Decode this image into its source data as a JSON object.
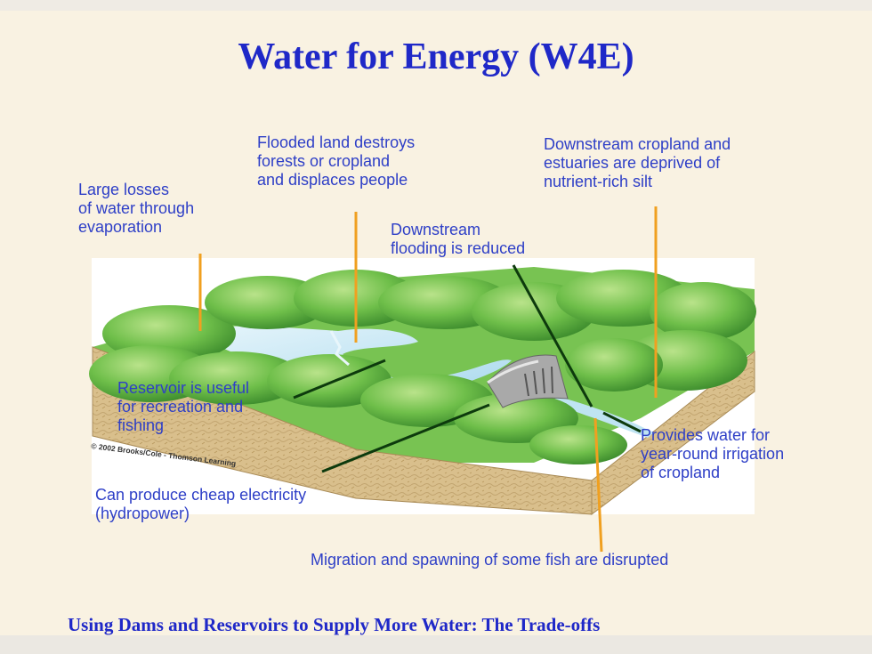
{
  "slide": {
    "title": "Water for Energy (W4E)",
    "subtitle": "Using Dams and Reservoirs to Supply More Water: The Trade-offs",
    "credit": "© 2002 Brooks/Cole - Thomson Learning"
  },
  "labels": {
    "evaporation": "Large losses\nof water through\nevaporation",
    "flooded_land": "Flooded land destroys\nforests or cropland\nand displaces people",
    "downstream_flooding": "Downstream\nflooding is reduced",
    "silt": "Downstream cropland and\nestuaries are deprived of\nnutrient-rich silt",
    "reservoir": "Reservoir is useful\nfor recreation and\nfishing",
    "electricity": "Can produce cheap electricity\n(hydropower)",
    "irrigation": "Provides water for\nyear-round irrigation\nof cropland",
    "fish": "Migration and spawning of some fish are disrupted"
  },
  "colors": {
    "title_text": "#1f28c8",
    "label_text": "#2e3fc7",
    "cost_leader": "#f0a020",
    "benefit_leader": "#0d3a0d",
    "background": "#f9f2e2"
  }
}
